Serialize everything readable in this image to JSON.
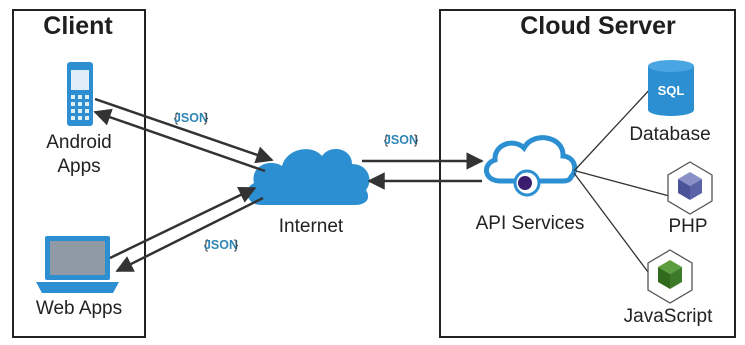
{
  "panels": {
    "client": {
      "title": "Client"
    },
    "cloud": {
      "title": "Cloud Server"
    }
  },
  "nodes": {
    "android": {
      "label_line1": "Android",
      "label_line2": "Apps",
      "icon": "mobile-phone-icon"
    },
    "web": {
      "label": "Web Apps",
      "icon": "laptop-icon"
    },
    "internet": {
      "label": "Internet",
      "icon": "cloud-icon"
    },
    "api": {
      "label": "API Services",
      "icon": "cloud-api-icon"
    },
    "database": {
      "label": "Database",
      "badge": "SQL",
      "icon": "database-icon"
    },
    "php": {
      "label": "PHP",
      "icon": "php-cube-icon"
    },
    "javascript": {
      "label": "JavaScript",
      "icon": "javascript-cube-icon"
    }
  },
  "connectors": {
    "android_internet": {
      "payload": "JSON"
    },
    "web_internet": {
      "payload": "JSON"
    },
    "internet_api": {
      "payload": "JSON"
    }
  },
  "colors": {
    "accent_blue": "#2c86c3",
    "icon_blue": "#2b8fd2",
    "api_dot": "#3a1d6e",
    "php_cube": "#5b63a8",
    "js_cube": "#3d7a2a",
    "arrow": "#333333"
  }
}
